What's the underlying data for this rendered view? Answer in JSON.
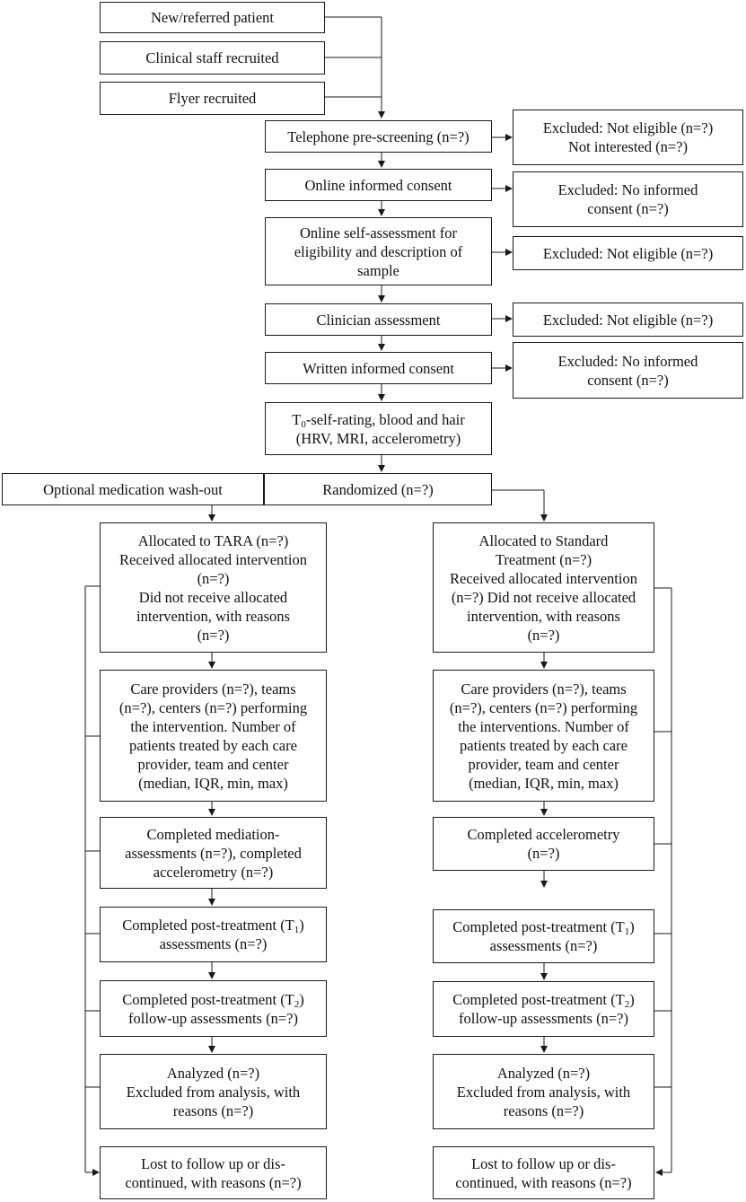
{
  "diagram": {
    "sources": {
      "new_referred": "New/referred patient",
      "clinical_staff": "Clinical staff recruited",
      "flyer": "Flyer recruited"
    },
    "main_flow": {
      "telephone_prescreening": "Telephone pre-screening (n=?)",
      "online_consent": "Online informed consent",
      "online_self_assessment": [
        "Online self-assessment for",
        "eligibility and description of",
        "sample"
      ],
      "clinician_assessment": "Clinician assessment",
      "written_consent": "Written informed consent",
      "t0": {
        "prefix": "T",
        "subscript": "0",
        "line1_rest": "-self-rating, blood and hair",
        "line2": "(HRV, MRI, accelerometry)"
      },
      "randomized": "Randomized (n=?)",
      "washout": "Optional medication wash-out"
    },
    "exclusions": {
      "prescreen": [
        "Excluded: Not eligible (n=?)",
        "Not interested (n=?)"
      ],
      "online_consent": [
        "Excluded: No informed",
        "consent (n=?)"
      ],
      "self_assessment": "Excluded: Not eligible (n=?)",
      "clinician": "Excluded: Not eligible (n=?)",
      "written_consent": [
        "Excluded: No informed",
        "consent (n=?)"
      ]
    },
    "tara_arm": {
      "allocated": [
        "Allocated to TARA (n=?)",
        "Received allocated intervention",
        "(n=?)",
        "Did not receive allocated",
        "intervention, with reasons",
        "(n=?)"
      ],
      "care_providers": [
        "Care providers (n=?), teams",
        "(n=?), centers (n=?) performing",
        "the intervention. Number of",
        "patients treated by each care",
        "provider, team and center",
        "(median, IQR, min, max)"
      ],
      "completed_mediation": [
        "Completed mediation-",
        "assessments (n=?), completed",
        "accelerometry (n=?)"
      ],
      "post_t1": {
        "pre": "Completed post-treatment (T",
        "sub": "1",
        "post": ")",
        "line2": "assessments (n=?)"
      },
      "post_t2": {
        "pre": "Completed post-treatment (T",
        "sub": "2",
        "post": ")",
        "line2": "follow-up assessments (n=?)"
      },
      "analyzed": [
        "Analyzed (n=?)",
        "Excluded from analysis, with",
        "reasons (n=?)"
      ],
      "lost": [
        "Lost to follow up or dis-",
        "continued, with reasons (n=?)"
      ]
    },
    "standard_arm": {
      "allocated": [
        "Allocated to Standard",
        "Treatment (n=?)",
        "Received allocated intervention",
        "(n=?) Did not receive allocated",
        "intervention, with reasons",
        "(n=?)"
      ],
      "care_providers": [
        "Care providers (n=?), teams",
        "(n=?), centers (n=?) performing",
        "the interventions. Number of",
        "patients treated by each care",
        "provider, team and center",
        "(median, IQR, min, max)"
      ],
      "completed_accelerometry": [
        "Completed accelerometry",
        "(n=?)"
      ],
      "post_t1": {
        "pre": "Completed post-treatment (T",
        "sub": "1",
        "post": ")",
        "line2": "assessments (n=?)"
      },
      "post_t2": {
        "pre": "Completed post-treatment (T",
        "sub": "2",
        "post": ")",
        "line2": "follow-up assessments (n=?)"
      },
      "analyzed": [
        "Analyzed (n=?)",
        "Excluded from analysis, with",
        "reasons (n=?)"
      ],
      "lost": [
        "Lost to follow up or dis-",
        "continued, with reasons (n=?)"
      ]
    }
  }
}
